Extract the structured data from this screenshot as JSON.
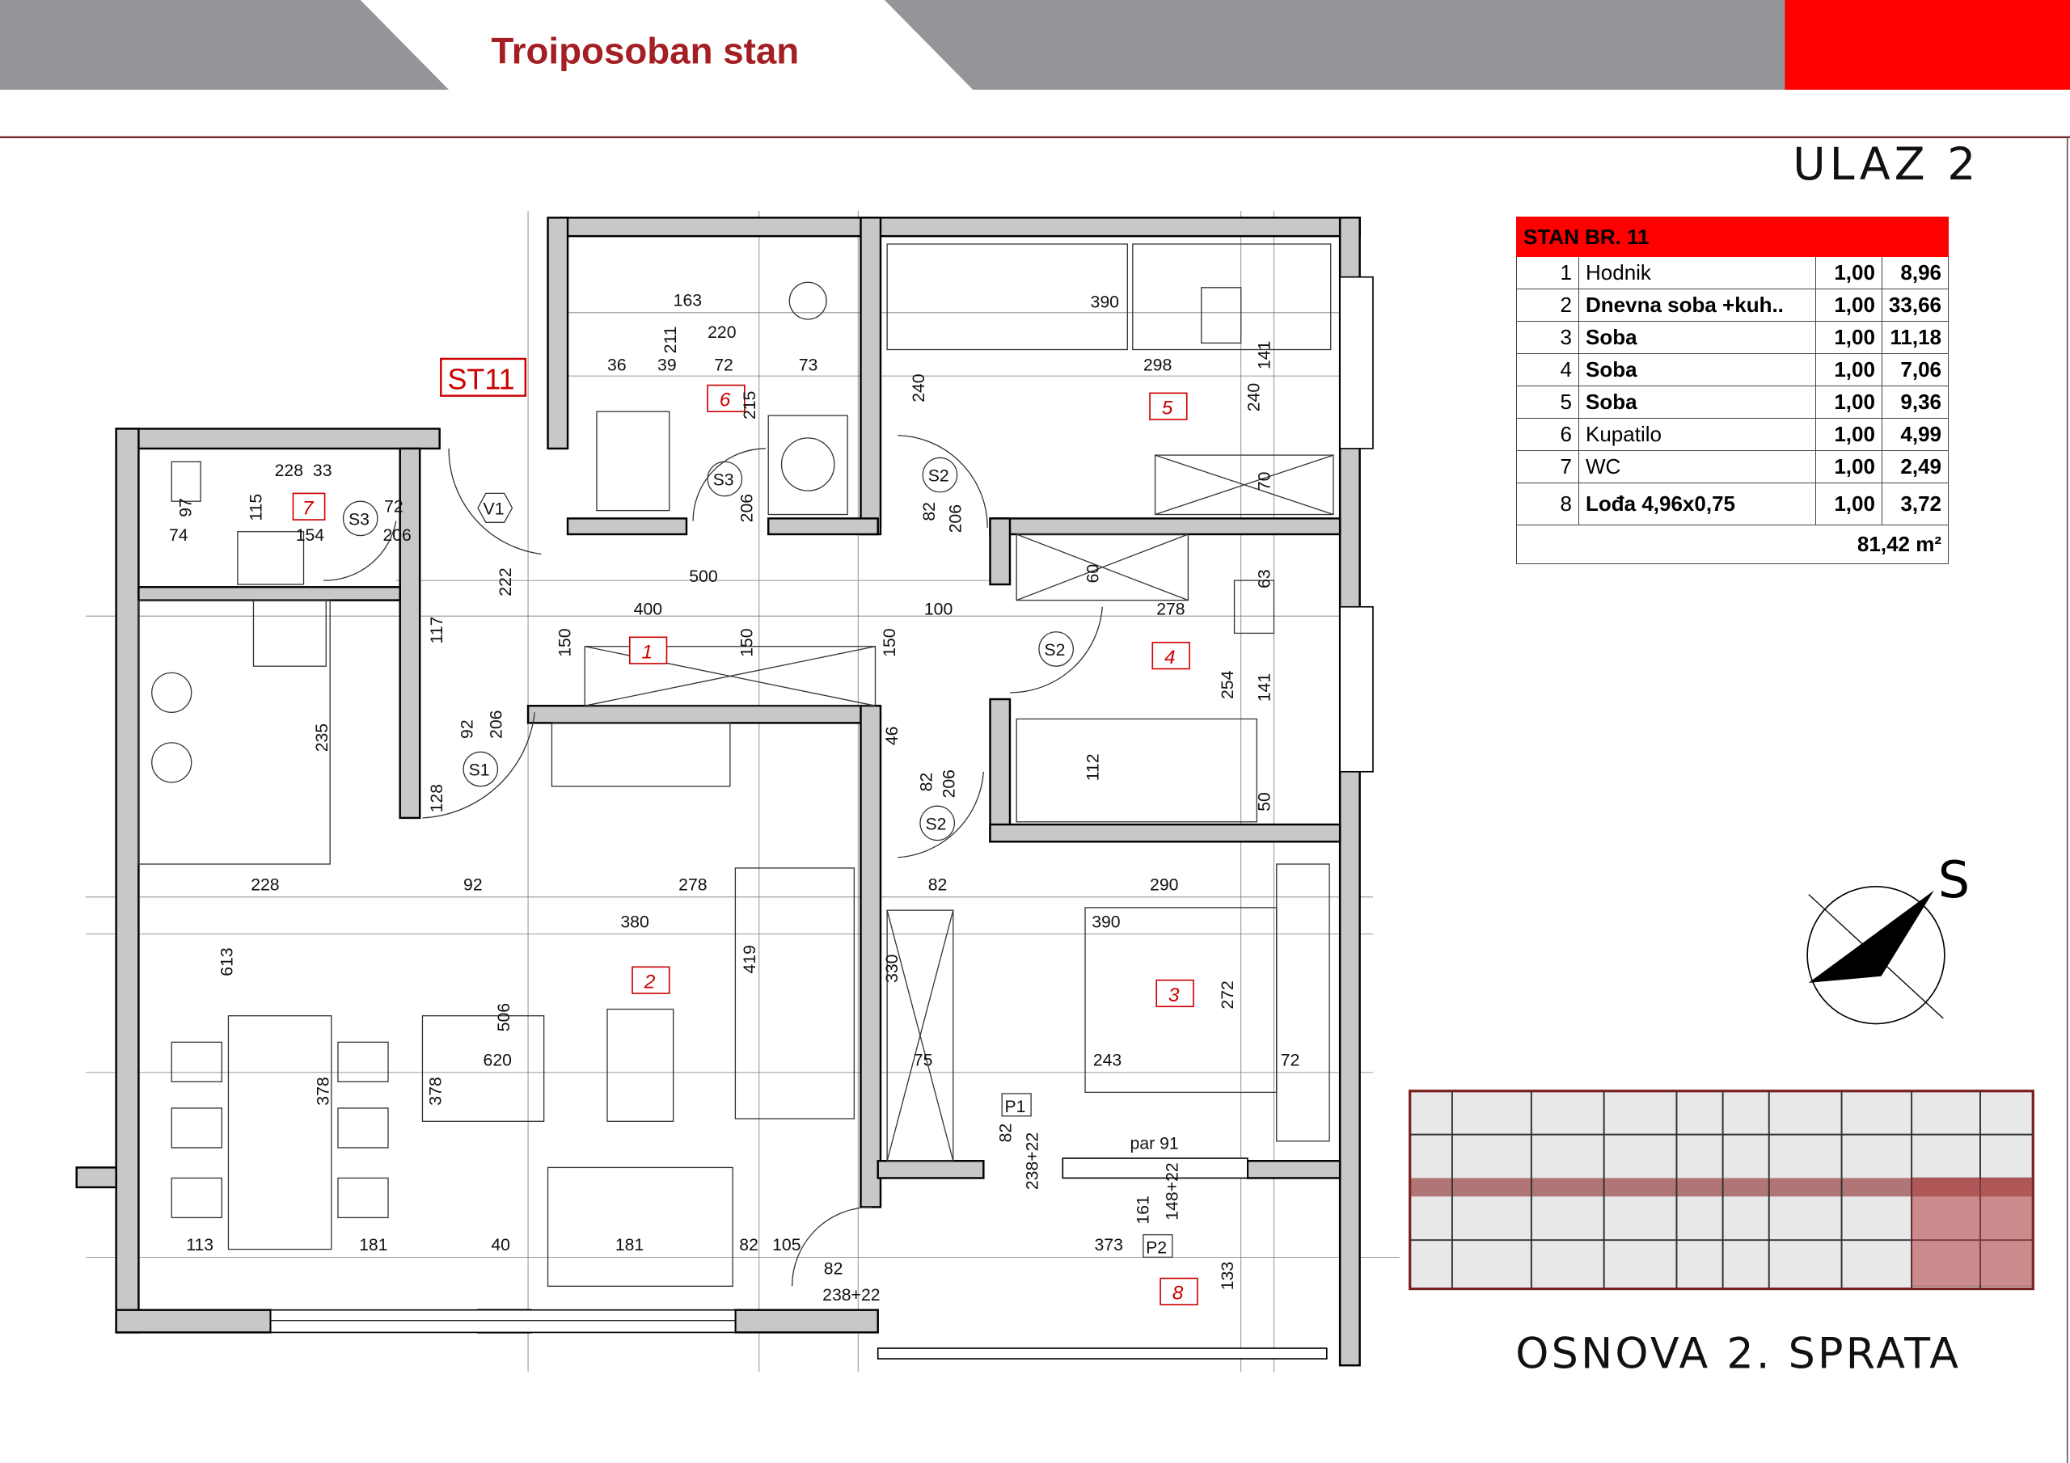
{
  "header": {
    "title": "Troiposoban  stan",
    "entrance": "ULAZ 2",
    "floor": "OSNOVA 2. SPRATA",
    "colors": {
      "gray": "#939598",
      "red": "#ff0000",
      "title": "#a31f24"
    }
  },
  "apartment_tag": "ST11",
  "table": {
    "title": "STAN BR. 11",
    "rows": [
      {
        "no": "1",
        "name": "Hodnik",
        "coef": "1,00",
        "area": "8,96",
        "bold": false
      },
      {
        "no": "2",
        "name": "Dnevna soba +kuh..",
        "coef": "1,00",
        "area": "33,66",
        "bold": true
      },
      {
        "no": "3",
        "name": "Soba",
        "coef": "1,00",
        "area": "11,18",
        "bold": true
      },
      {
        "no": "4",
        "name": "Soba",
        "coef": "1,00",
        "area": "7,06",
        "bold": true
      },
      {
        "no": "5",
        "name": "Soba",
        "coef": "1,00",
        "area": "9,36",
        "bold": true
      },
      {
        "no": "6",
        "name": "Kupatilo",
        "coef": "1,00",
        "area": "4,99",
        "bold": false
      },
      {
        "no": "7",
        "name": "WC",
        "coef": "1,00",
        "area": "2,49",
        "bold": false
      },
      {
        "no": "8",
        "name": "Lođa 4,96x0,75",
        "coef": "1,00",
        "area": "3,72",
        "bold": true
      }
    ],
    "total": "81,42 m²"
  },
  "compass": {
    "label": "S"
  },
  "rooms": [
    "1",
    "2",
    "3",
    "4",
    "5",
    "6",
    "7",
    "8"
  ],
  "doors": [
    "S1",
    "S2",
    "S2",
    "S2",
    "S3",
    "S3",
    "V1",
    "P1",
    "P2"
  ],
  "dims": [
    "390",
    "298",
    "240",
    "240",
    "141",
    "70",
    "220",
    "163",
    "72",
    "73",
    "36",
    "39",
    "211",
    "215",
    "206",
    "228",
    "33",
    "97",
    "115",
    "154",
    "72",
    "74",
    "206",
    "222",
    "500",
    "400",
    "100",
    "278",
    "150",
    "150",
    "150",
    "254",
    "141",
    "112",
    "50",
    "63",
    "60",
    "117",
    "235",
    "92",
    "206",
    "128",
    "228",
    "92",
    "278",
    "290",
    "380",
    "613",
    "620",
    "506",
    "378",
    "378",
    "419",
    "330",
    "75",
    "82",
    "272",
    "243",
    "390",
    "72",
    "113",
    "181",
    "40",
    "181",
    "82",
    "105",
    "373",
    "par 91",
    "238+22",
    "148+22",
    "161",
    "238+22",
    "133",
    "82",
    "82",
    "46",
    "206",
    "82",
    "206",
    "82"
  ]
}
